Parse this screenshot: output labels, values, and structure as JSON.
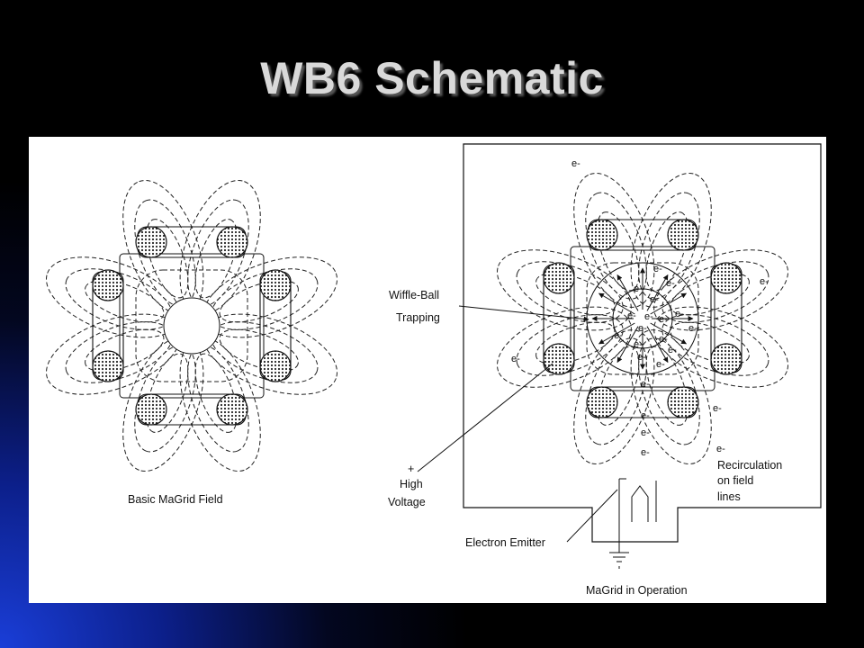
{
  "slide": {
    "title": "WB6 Schematic"
  },
  "figure": {
    "left_caption": "Basic MaGrid Field",
    "right_caption": "MaGrid in Operation",
    "labels": {
      "wiffle_ball_line1": "Wiffle-Ball",
      "wiffle_ball_line2": "Trapping",
      "plus_sign": "+",
      "high_voltage_line1": "High",
      "high_voltage_line2": "Voltage",
      "recirculation_line1": "Recirculation",
      "recirculation_line2": "on field",
      "recirculation_line3": "lines",
      "electron_emitter": "Electron Emitter"
    },
    "electron_symbol": "e-",
    "colors": {
      "background_glow": "#1a3ed8",
      "title_text": "#d9d9d9",
      "panel": "#ffffff",
      "ink": "#111111"
    }
  }
}
